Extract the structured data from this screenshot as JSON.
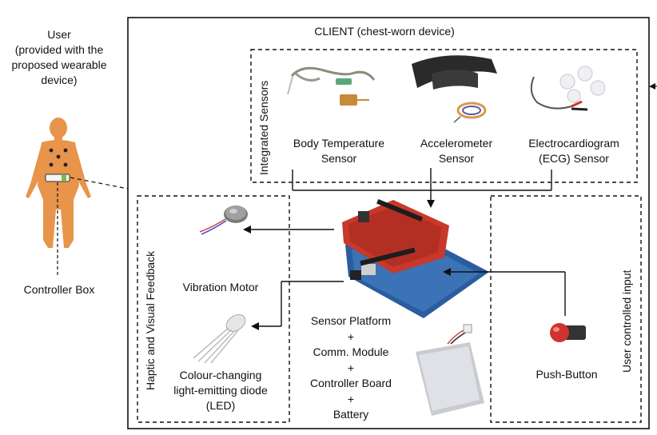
{
  "user_label": [
    "User",
    "(provided with the",
    "proposed wearable",
    "device)"
  ],
  "controller_box_label": "Controller Box",
  "client_title": "CLIENT (chest-worn device)",
  "integrated_sensors_title": "Integrated Sensors",
  "sensors": {
    "body_temp": [
      "Body Temperature",
      "Sensor"
    ],
    "accelerometer": [
      "Accelerometer",
      "Sensor"
    ],
    "ecg": [
      "Electrocardiogram",
      "(ECG) Sensor"
    ]
  },
  "feedback_title": "Haptic and Visual Feedback",
  "vibration_motor_label": "Vibration Motor",
  "led_label": [
    "Colour-changing",
    "light-emitting diode",
    "(LED)"
  ],
  "platform_label": [
    "Sensor Platform",
    "+",
    "Comm. Module",
    "+",
    "Controller Board",
    "+",
    "Battery"
  ],
  "input_title": "User controlled input",
  "push_button_label": "Push-Button",
  "colors": {
    "skin": "#e8944a",
    "board_red": "#c8392b",
    "board_blue": "#2a5d9f",
    "button_red": "#d0322d",
    "line": "#111111"
  }
}
